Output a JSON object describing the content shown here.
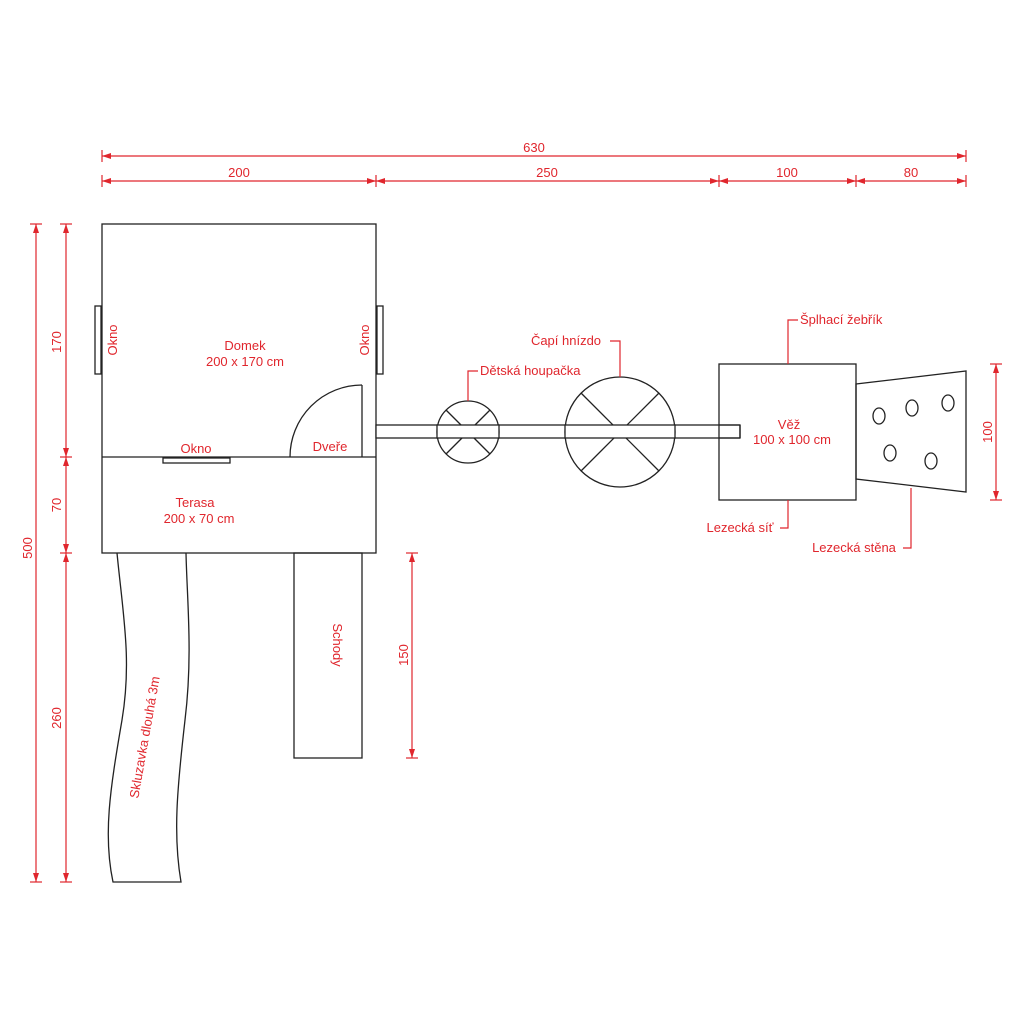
{
  "colors": {
    "annotation": "#e0262d",
    "outline": "#222222",
    "background": "#ffffff"
  },
  "dimensions": {
    "total_width": "630",
    "house_width": "200",
    "beam_length": "250",
    "tower_width": "100",
    "wall_width": "80",
    "total_depth": "500",
    "house_depth": "170",
    "terrace_depth": "70",
    "slide_depth": "260",
    "stairs_length": "150",
    "wall_height": "100"
  },
  "labels": {
    "house_name": "Domek",
    "house_size": "200 x 170 cm",
    "window": "Okno",
    "door": "Dveře",
    "terrace_name": "Terasa",
    "terrace_size": "200 x 70 cm",
    "stairs": "Schody",
    "slide": "Skluzavka dlouhá 3m",
    "kids_swing": "Dětská houpačka",
    "stork_nest": "Čapí hnízdo",
    "tower_name": "Věž",
    "tower_size": "100 x 100 cm",
    "climbing_ladder": "Šplhací žebřík",
    "climbing_net": "Lezecká síť",
    "climbing_wall": "Lezecká stěna"
  }
}
